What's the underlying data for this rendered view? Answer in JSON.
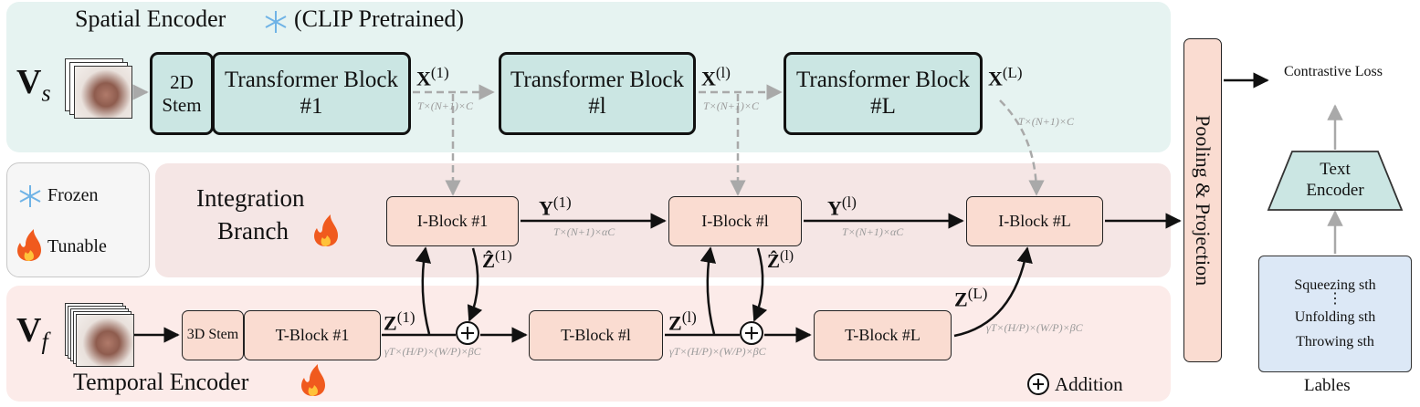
{
  "spatial": {
    "title": "Spatial Encoder",
    "subtitle": "(CLIP Pretrained)",
    "input_label": "V",
    "input_sub": "s",
    "stem": "2D Stem",
    "blocks": [
      "Transformer Block #1",
      "Transformer Block #l",
      "Transformer Block #L"
    ],
    "x_labels": [
      "X",
      "X",
      "X"
    ],
    "x_sups": [
      "(1)",
      "(l)",
      "(L)"
    ],
    "dim": "T×(N+1)×C"
  },
  "legend": {
    "frozen": "Frozen",
    "tunable": "Tunable",
    "addition": "Addition"
  },
  "integration": {
    "title_line1": "Integration",
    "title_line2": "Branch",
    "blocks": [
      "I-Block #1",
      "I-Block #l",
      "I-Block #L"
    ],
    "y_labels": [
      "Y",
      "Y"
    ],
    "y_sups": [
      "(1)",
      "(l)"
    ],
    "dim": "T×(N+1)×αC",
    "zhat_labels": [
      "Ẑ",
      "Ẑ"
    ],
    "zhat_sups": [
      "(1)",
      "(l)"
    ]
  },
  "temporal": {
    "title": "Temporal Encoder",
    "input_label": "V",
    "input_sub": "f",
    "stem": "3D Stem",
    "blocks": [
      "T-Block #1",
      "T-Block #l",
      "T-Block #L"
    ],
    "z_labels": [
      "Z",
      "Z",
      "Z"
    ],
    "z_sups": [
      "(1)",
      "(l)",
      "(L)"
    ],
    "dim": "γT×(H/P)×(W/P)×βC"
  },
  "head": {
    "pooling": "Pooling & Projection",
    "loss": "Contrastive Loss",
    "text_encoder": "Text Encoder",
    "labels": [
      "Squeezing sth",
      "⋮",
      "Unfolding sth",
      "Throwing sth"
    ],
    "labels_caption": "Lables"
  },
  "colors": {
    "spatial_bg": "#e6f3f1",
    "integration_bg": "#f5e6e5",
    "temporal_bg": "#fcebe9",
    "teal_block": "#cbe6e3",
    "pink_block": "#fadcd1",
    "labels_bg": "#dce8f6"
  },
  "icons": {
    "snowflake": "snowflake-icon",
    "fire": "fire-icon",
    "plus": "addition-icon"
  }
}
